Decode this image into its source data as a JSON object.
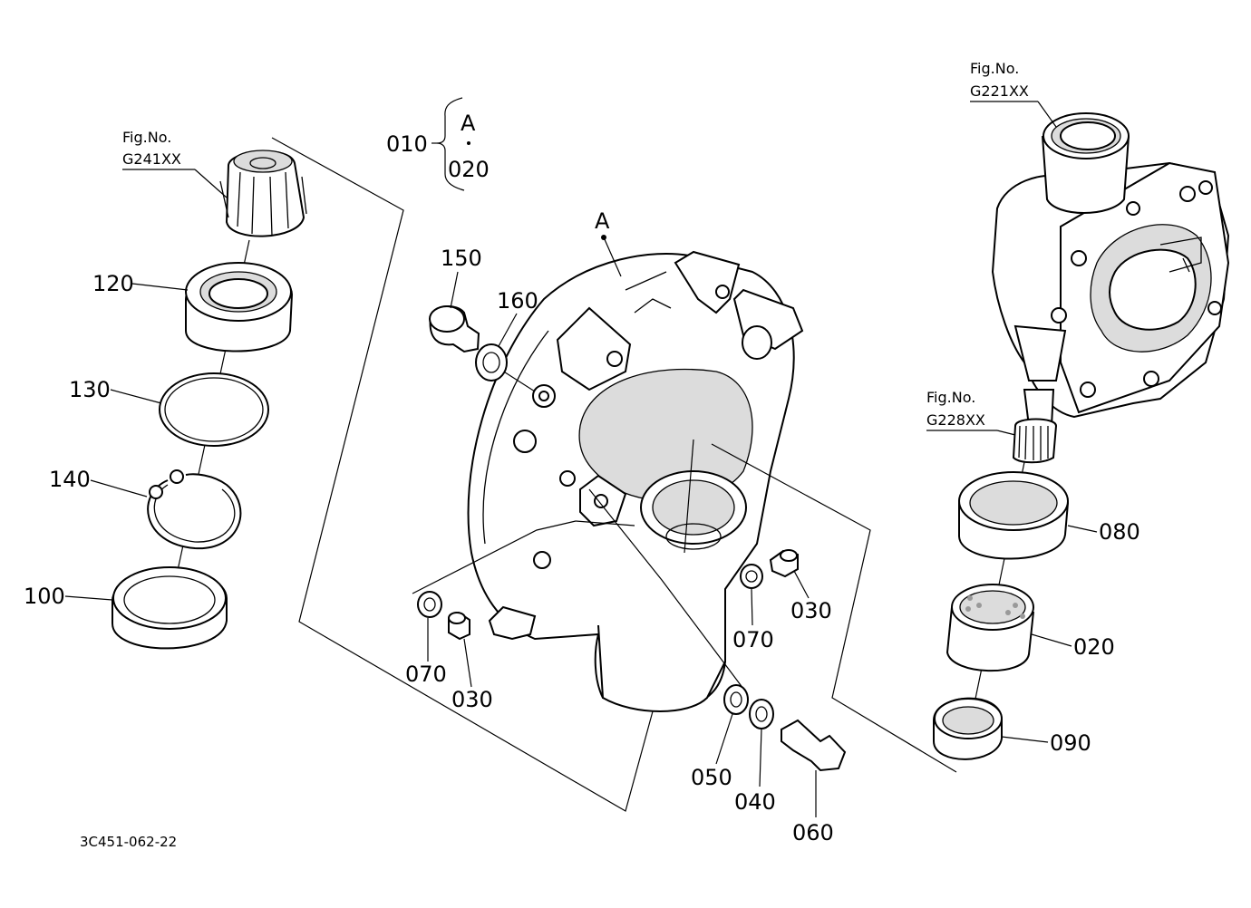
{
  "labels": {
    "p010": "010",
    "p020_group": "020",
    "group_marker": "A",
    "housing_marker": "A",
    "p150": "150",
    "p160": "160",
    "p120": "120",
    "p130": "130",
    "p140": "140",
    "p100": "100",
    "p070_left": "070",
    "p030_left": "030",
    "p070_right": "070",
    "p030_right": "030",
    "p050": "050",
    "p040": "040",
    "p060": "060",
    "p080": "080",
    "p020": "020",
    "p090": "090"
  },
  "figure_refs": {
    "g241": {
      "prefix": "Fig.No.",
      "code": "G241XX"
    },
    "g221": {
      "prefix": "Fig.No.",
      "code": "G221XX"
    },
    "g228": {
      "prefix": "Fig.No.",
      "code": "G228XX"
    }
  },
  "drawing_code": "3C451-062-22"
}
